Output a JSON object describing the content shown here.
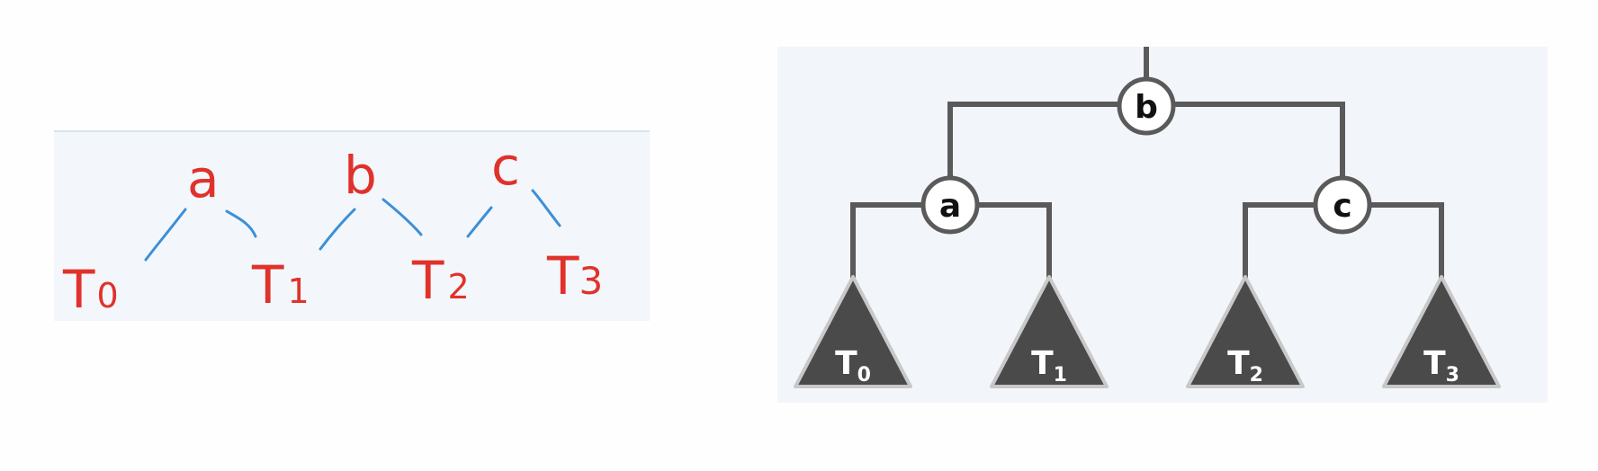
{
  "inorder_sketch": {
    "sequence": [
      "T0",
      "a",
      "T1",
      "b",
      "T2",
      "c",
      "T3"
    ],
    "leaves": [
      {
        "letter": "T",
        "sub": "0"
      },
      {
        "letter": "T",
        "sub": "1"
      },
      {
        "letter": "T",
        "sub": "2"
      },
      {
        "letter": "T",
        "sub": "3"
      }
    ],
    "nodes": [
      "a",
      "b",
      "c"
    ],
    "ink_color": "#e0322b",
    "link_color": "#3d8fd6"
  },
  "tree": {
    "root": "b",
    "left": {
      "node": "a",
      "children": [
        {
          "letter": "T",
          "sub": "0"
        },
        {
          "letter": "T",
          "sub": "1"
        }
      ]
    },
    "right": {
      "node": "c",
      "children": [
        {
          "letter": "T",
          "sub": "2"
        },
        {
          "letter": "T",
          "sub": "3"
        }
      ]
    },
    "edge_color": "#5a5a5a",
    "subtree_color": "#4a4a4a"
  }
}
